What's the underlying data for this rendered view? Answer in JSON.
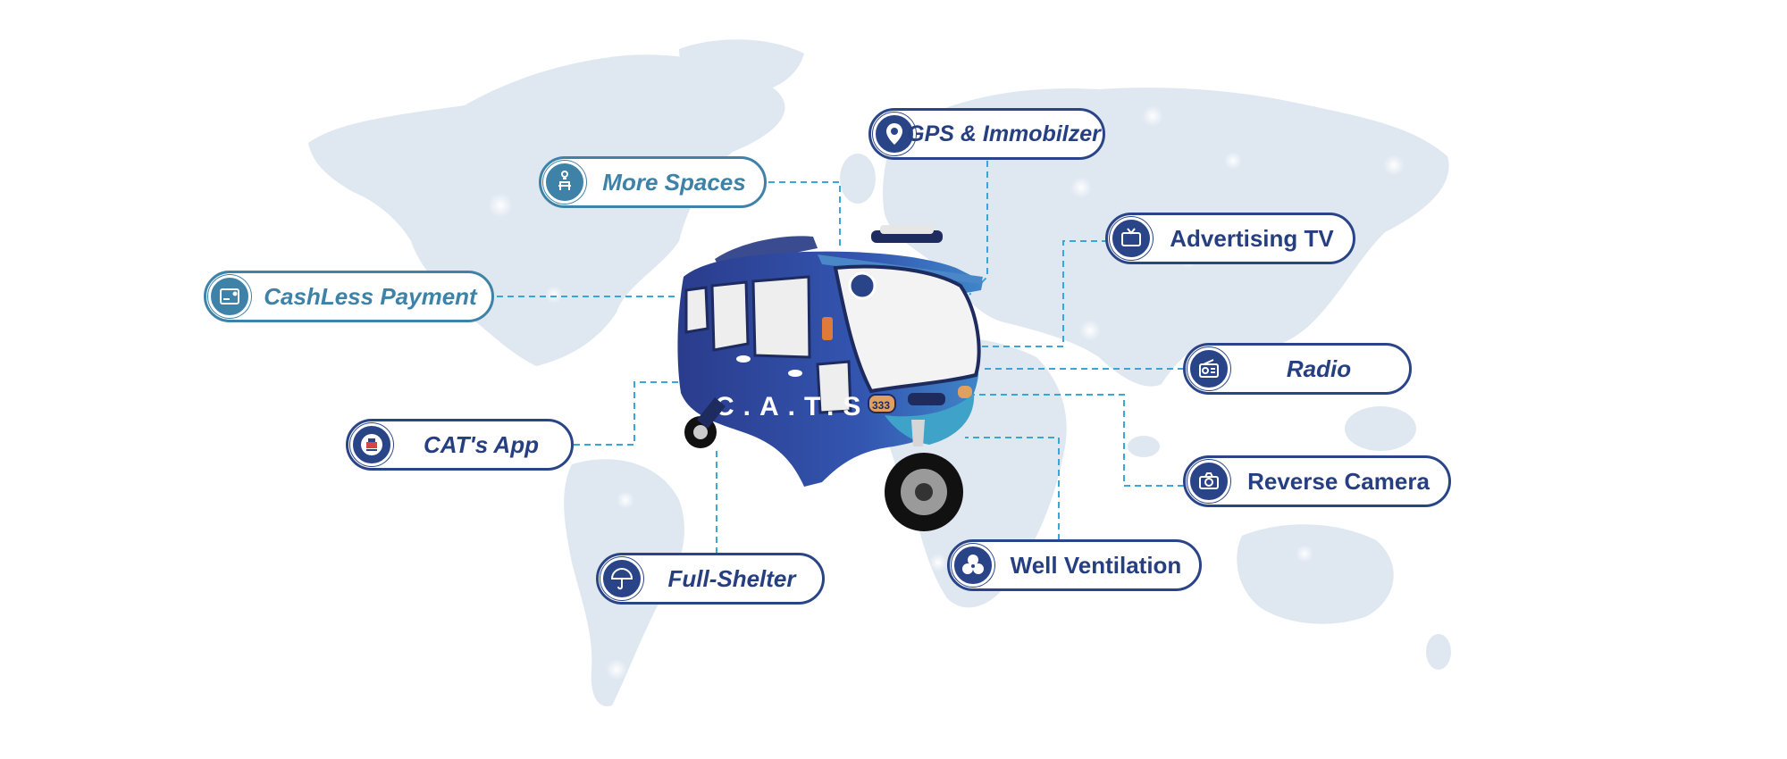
{
  "features": [
    {
      "key": "gps",
      "label": "GPS & Immobilzer",
      "icon": "location-pin-icon"
    },
    {
      "key": "more_spaces",
      "label": "More Spaces",
      "icon": "seated-person-icon"
    },
    {
      "key": "advertising_tv",
      "label": "Advertising TV",
      "icon": "tv-icon"
    },
    {
      "key": "cashless",
      "label": "CashLess Payment",
      "icon": "card-icon"
    },
    {
      "key": "radio",
      "label": "Radio",
      "icon": "radio-icon"
    },
    {
      "key": "cats_app",
      "label": "CAT's App",
      "icon": "app-logo-icon"
    },
    {
      "key": "reverse_camera",
      "label": "Reverse Camera",
      "icon": "camera-icon"
    },
    {
      "key": "full_shelter",
      "label": "Full-Shelter",
      "icon": "umbrella-icon"
    },
    {
      "key": "ventilation",
      "label": "Well Ventilation",
      "icon": "fan-icon"
    }
  ],
  "vehicle": {
    "side_text": "C.A.T.S",
    "headlight_text": "333"
  },
  "colors": {
    "map": "#dde6f0",
    "pill_teal": "#3e82a8",
    "pill_navy": "#2a4488",
    "connector": "#3aa6d8",
    "vehicle_body": "#2e4a9a"
  }
}
